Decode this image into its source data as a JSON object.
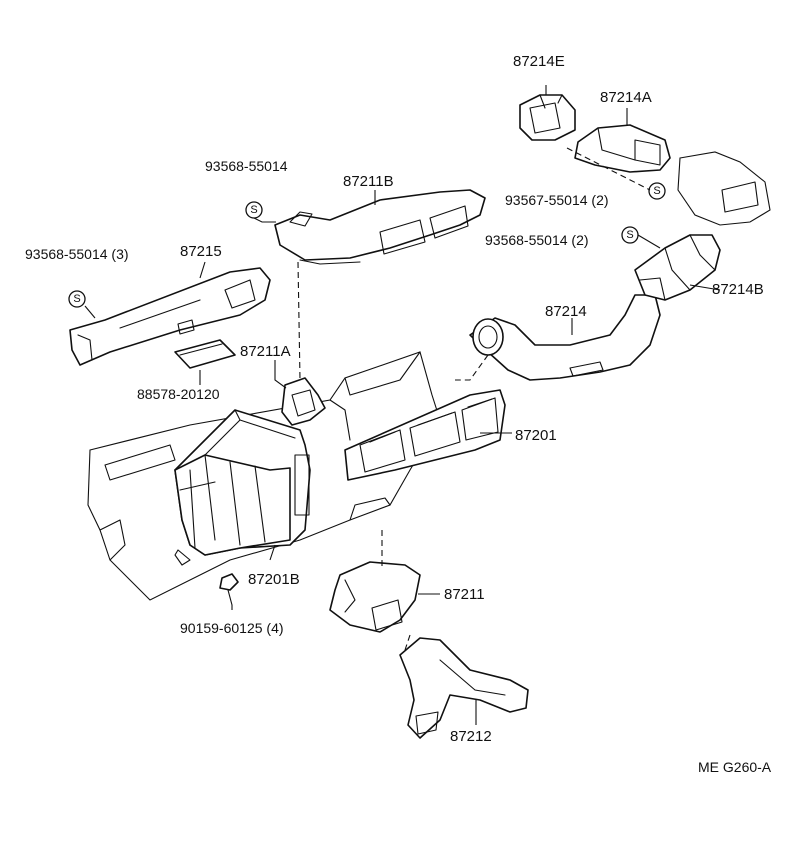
{
  "diagram": {
    "colors": {
      "line": "#111111",
      "background": "#ffffff"
    },
    "labels": {
      "p87214E": "87214E",
      "p87214A": "87214A",
      "p93568_top": "93568-55014",
      "p87211B": "87211B",
      "p93567": "93567-55014 (2)",
      "p93568_right": "93568-55014 (2)",
      "p93568_left": "93568-55014 (3)",
      "p87215": "87215",
      "p87214B": "87214B",
      "p87214": "87214",
      "p87211A": "87211A",
      "p88578": "88578-20120",
      "p87201": "87201",
      "p87201B": "87201B",
      "p87211": "87211",
      "p90159": "90159-60125 (4)",
      "p87212": "87212",
      "code": "ME G260-A"
    },
    "screw_symbol": "S"
  }
}
